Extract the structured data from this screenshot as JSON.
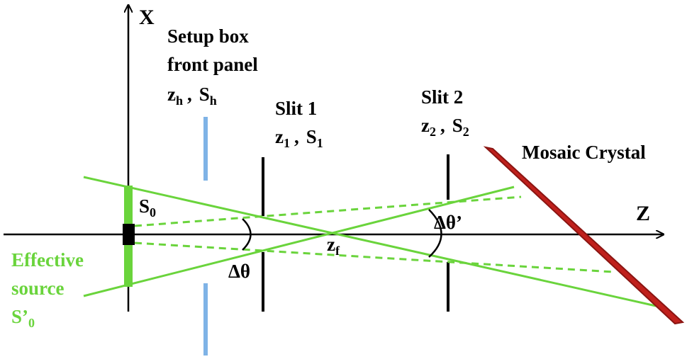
{
  "axes": {
    "x_label": "X",
    "z_label": "Z"
  },
  "labels": {
    "setup_line1": "Setup box",
    "setup_line2": "front panel",
    "zh_base": "z",
    "zh_sub": "h",
    "sh_base": "S",
    "sh_sub": "h",
    "slit1_title": "Slit 1",
    "z1_base": "z",
    "z1_sub": "1",
    "s1_base": "S",
    "s1_sub": "1",
    "slit2_title": "Slit 2",
    "z2_base": "z",
    "z2_sub": "2",
    "s2_base": "S",
    "s2_sub": "2",
    "crystal": "Mosaic Crystal",
    "s0_base": "S",
    "s0_sub": "0",
    "zf_base": "z",
    "zf_sub": "f",
    "dtheta": "Δθ",
    "dtheta_prime": "Δθ’",
    "eff_line1": "Effective",
    "eff_line2": "source",
    "eff_s_base": "S’",
    "eff_s_sub": "0"
  },
  "colors": {
    "axis": "#000000",
    "beam": "#6ad43c",
    "panel": "#7fb3e6",
    "slit": "#000000",
    "crystal_fill": "#c0201c",
    "crystal_edge": "#8a1512",
    "source_block": "#000000"
  }
}
